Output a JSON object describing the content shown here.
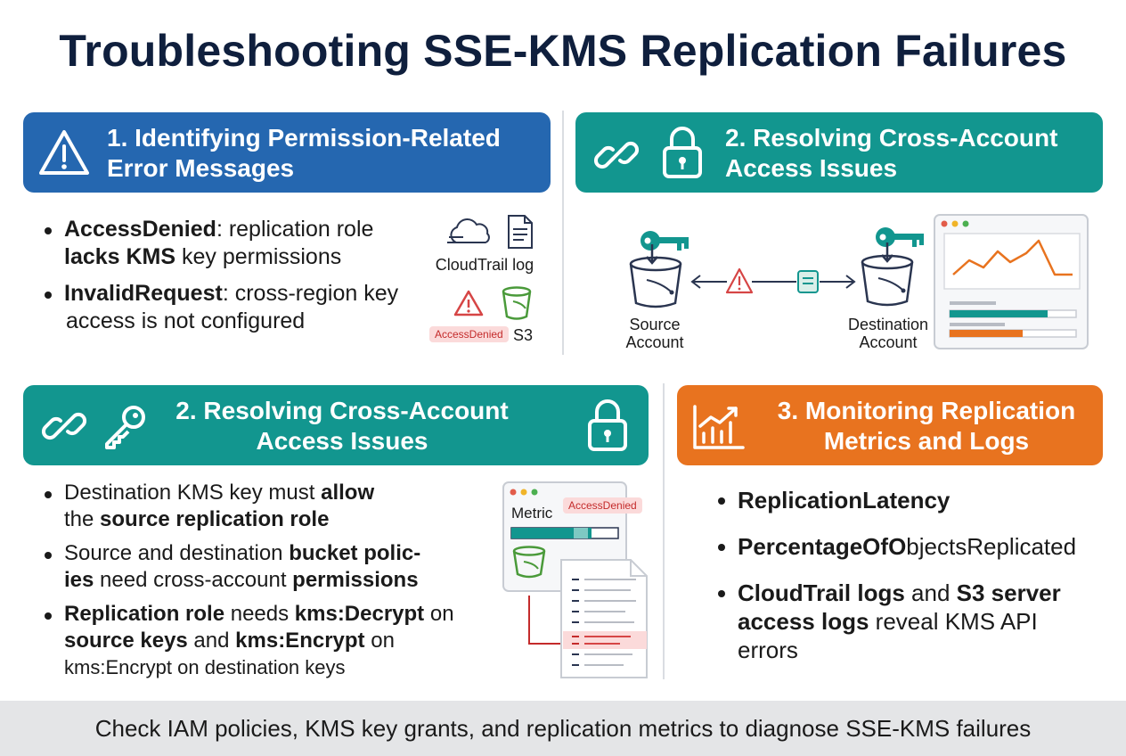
{
  "title": "Troubleshooting SSE-KMS Replication Failures",
  "panels": {
    "p1": {
      "heading_line1": "1. Identifying Permission-Related",
      "heading_line2": "Error Messages",
      "bullets": [
        {
          "bold": "AccessDenied",
          "text1": ": replication role",
          "bold2": "lacks KMS",
          "text2": " key permissions"
        },
        {
          "bold": "InvalidRequest",
          "text1": ": cross-region key",
          "line2": "access is not configured"
        }
      ],
      "cloudtrail_label": "CloudTrail log",
      "badge": "AccessDenied",
      "s3_label": "S3"
    },
    "p2": {
      "heading_line1": "2. Resolving Cross-Account",
      "heading_line2": "Access Issues",
      "source_line1": "Source",
      "source_line2": "Account",
      "dest_line1": "Destination",
      "dest_line2": "Account"
    },
    "p3": {
      "heading_line1": "2. Resolving Cross-Account",
      "heading_line2": "Access Issues",
      "bullets": [
        {
          "a": "Destination KMS key must ",
          "b": "allow",
          "c": "the ",
          "d": "source replication role"
        },
        {
          "a": "Source and destination ",
          "b": "bucket polic-",
          "c": "ies",
          "d": " need cross-account ",
          "e": "permissions"
        },
        {
          "a": "Replication role",
          "b": " needs ",
          "c": "kms:Decrypt",
          "d": " on",
          "e": "source keys",
          "f": " and ",
          "g": "kms:Encrypt",
          "h": " on",
          "i": "kms:Encrypt on destination keys"
        }
      ],
      "metric_label": "Metric",
      "badge": "AccessDenied",
      "metric_fill_percent": 75
    },
    "p4": {
      "heading_line1": "3. Monitoring Replication",
      "heading_line2": "Metrics and Logs",
      "bullets": [
        {
          "bold": "ReplicationLatency"
        },
        {
          "bold": "PercentageOfO",
          "text": "bjectsReplicated"
        },
        {
          "bold": "CloudTrail logs",
          "t1": " and ",
          "bold2": "S3 server",
          "bold3": "access logs",
          "t2": " reveal KMS API",
          "t3": "errors"
        }
      ]
    }
  },
  "footer": "Check IAM policies, KMS key grants, and replication metrics to diagnose SSE-KMS failures",
  "colors": {
    "blue": "#2567b0",
    "teal": "#12968f",
    "orange": "#e8731f",
    "alert_red": "#d64545",
    "green": "#4a9a3a"
  },
  "icons": [
    "warning-icon",
    "link-icon",
    "lock-icon",
    "key-icon",
    "chart-icon",
    "cloud-icon",
    "document-icon",
    "bucket-icon"
  ]
}
